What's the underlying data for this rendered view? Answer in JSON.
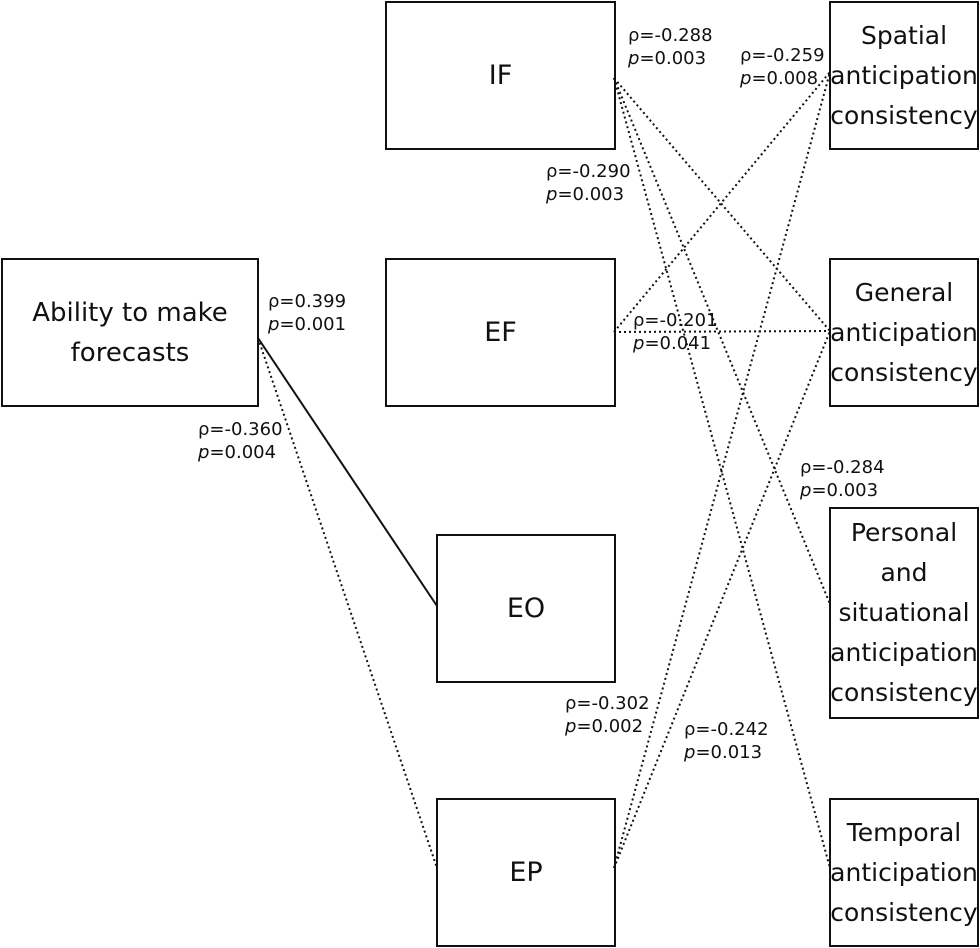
{
  "nodes": {
    "ability": "Ability to make\nforecasts",
    "if": "IF",
    "ef": "EF",
    "eo": "EO",
    "ep": "EP",
    "spatial": "Spatial\nanticipation\nconsistency",
    "general": "General\nanticipation\nconsistency",
    "personal": "Personal\nand\nsituational\nanticipation\nconsistency",
    "temporal": "Temporal\nanticipation\nconsistency"
  },
  "correlations": [
    {
      "id": "ability-eo",
      "from": "ability",
      "to": "eo",
      "style": "solid",
      "rho": "ρ=0.399",
      "p_symbol": "p",
      "p_value": "=0.001"
    },
    {
      "id": "ability-ep",
      "from": "ability",
      "to": "ep",
      "style": "dotted",
      "rho": "ρ=-0.360",
      "p_symbol": "p",
      "p_value": "=0.004"
    },
    {
      "id": "if-general",
      "from": "if",
      "to": "general",
      "style": "dotted",
      "rho": "ρ=-0.288",
      "p_symbol": "p",
      "p_value": "=0.003"
    },
    {
      "id": "if-personal",
      "from": "if",
      "to": "personal",
      "style": "dotted",
      "rho": "ρ=-0.284",
      "p_symbol": "p",
      "p_value": "=0.003"
    },
    {
      "id": "if-temporal",
      "from": "if",
      "to": "temporal",
      "style": "dotted",
      "rho": "ρ=-0.290",
      "p_symbol": "p",
      "p_value": "=0.003"
    },
    {
      "id": "ef-spatial",
      "from": "ef",
      "to": "spatial",
      "style": "dotted",
      "rho": "ρ=-0.259",
      "p_symbol": "p",
      "p_value": "=0.008"
    },
    {
      "id": "ef-general",
      "from": "ef",
      "to": "general",
      "style": "dotted",
      "rho": "ρ=-0.201",
      "p_symbol": "p",
      "p_value": "=0.041"
    },
    {
      "id": "ep-spatial",
      "from": "ep",
      "to": "spatial",
      "style": "dotted",
      "rho": "ρ=-0.302",
      "p_symbol": "p",
      "p_value": "=0.002"
    },
    {
      "id": "ep-general",
      "from": "ep",
      "to": "general",
      "style": "dotted",
      "rho": "ρ=-0.242",
      "p_symbol": "p",
      "p_value": "=0.013"
    }
  ]
}
